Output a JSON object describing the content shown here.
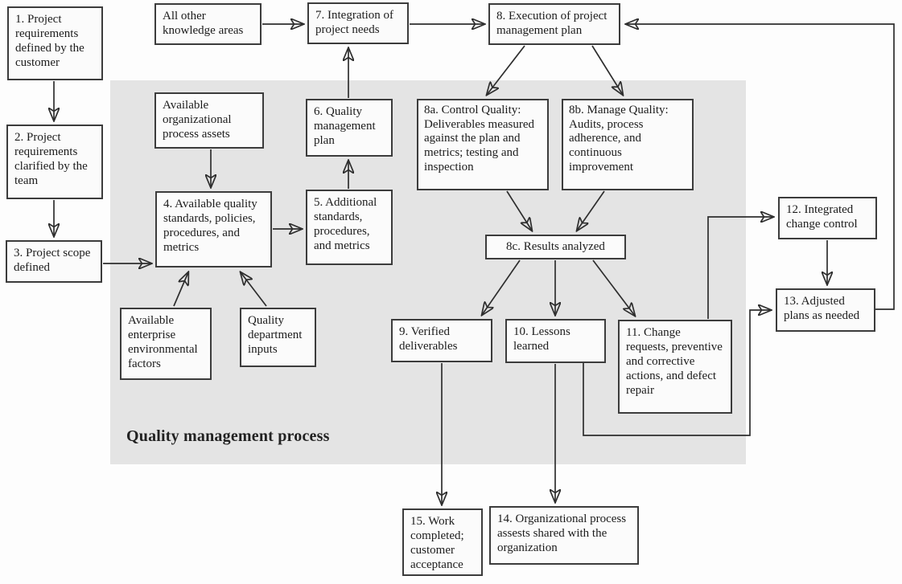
{
  "diagram": {
    "title": "Quality management process",
    "region_label": "Quality management process",
    "colors": {
      "background": "#fdfdfd",
      "region_fill": "#e4e4e4",
      "node_fill": "#fbfbfb",
      "node_border": "#3c3c3c",
      "arrow": "#2e2e2e",
      "text": "#1c1c1c"
    },
    "nodes": {
      "n1": {
        "label": "1. Project requirements defined by the customer"
      },
      "n2": {
        "label": "2. Project requirements clarified by the team"
      },
      "n3": {
        "label": "3. Project scope defined"
      },
      "nAll": {
        "label": "All other knowledge areas"
      },
      "n7": {
        "label": "7. Integration of project needs"
      },
      "n8": {
        "label": "8. Execution of project management plan"
      },
      "nOrg": {
        "label": "Available organizational process assets"
      },
      "n6": {
        "label": "6. Quality management plan"
      },
      "n8a": {
        "label": "8a. Control Quality: Deliverables measured against the plan and metrics; testing and inspection"
      },
      "n8b": {
        "label": "8b. Manage Quality: Audits, process adherence, and continuous improvement"
      },
      "n4": {
        "label": "4. Available quality standards, policies, procedures, and metrics"
      },
      "n5": {
        "label": "5. Additional standards, procedures, and metrics"
      },
      "n8c": {
        "label": "8c. Results analyzed"
      },
      "nEnt": {
        "label": "Available enterprise environmental factors"
      },
      "nDept": {
        "label": "Quality department inputs"
      },
      "n9": {
        "label": "9. Verified deliverables"
      },
      "n10": {
        "label": "10. Lessons learned"
      },
      "n11": {
        "label": "11. Change requests, preventive and corrective actions, and defect repair"
      },
      "n12": {
        "label": "12. Integrated change control"
      },
      "n13": {
        "label": "13. Adjusted plans as needed"
      },
      "n15": {
        "label": "15. Work completed; customer acceptance"
      },
      "n14": {
        "label": "14. Organizational process assests shared with the organization"
      }
    },
    "edges": [
      {
        "from": "1. Project requirements defined by the customer",
        "to": "2. Project requirements clarified by the team"
      },
      {
        "from": "2. Project requirements clarified by the team",
        "to": "3. Project scope defined"
      },
      {
        "from": "3. Project scope defined",
        "to": "4. Available quality standards, policies, procedures, and metrics"
      },
      {
        "from": "All other knowledge areas",
        "to": "7. Integration of project needs"
      },
      {
        "from": "7. Integration of project needs",
        "to": "8. Execution of project management plan"
      },
      {
        "from": "Available organizational process assets",
        "to": "4. Available quality standards, policies, procedures, and metrics"
      },
      {
        "from": "4. Available quality standards, policies, procedures, and metrics",
        "to": "5. Additional standards, procedures, and metrics"
      },
      {
        "from": "5. Additional standards, procedures, and metrics",
        "to": "6. Quality management plan"
      },
      {
        "from": "6. Quality management plan",
        "to": "7. Integration of project needs"
      },
      {
        "from": "8. Execution of project management plan",
        "to": "8a. Control Quality"
      },
      {
        "from": "8. Execution of project management plan",
        "to": "8b. Manage Quality"
      },
      {
        "from": "8a. Control Quality",
        "to": "8c. Results analyzed"
      },
      {
        "from": "8b. Manage Quality",
        "to": "8c. Results analyzed"
      },
      {
        "from": "8c. Results analyzed",
        "to": "9. Verified deliverables"
      },
      {
        "from": "8c. Results analyzed",
        "to": "10. Lessons learned"
      },
      {
        "from": "8c. Results analyzed",
        "to": "11. Change requests, preventive and corrective actions, and defect repair"
      },
      {
        "from": "Available enterprise environmental factors",
        "to": "4. Available quality standards, policies, procedures, and metrics"
      },
      {
        "from": "Quality department inputs",
        "to": "4. Available quality standards, policies, procedures, and metrics"
      },
      {
        "from": "9. Verified deliverables",
        "to": "15. Work completed; customer acceptance"
      },
      {
        "from": "10. Lessons learned",
        "to": "14. Organizational process assests shared with the organization"
      },
      {
        "from": "10. Lessons learned",
        "to": "13. Adjusted plans as needed"
      },
      {
        "from": "11. Change requests, preventive and corrective actions, and defect repair",
        "to": "12. Integrated change control"
      },
      {
        "from": "12. Integrated change control",
        "to": "13. Adjusted plans as needed"
      },
      {
        "from": "13. Adjusted plans as needed",
        "to": "8. Execution of project management plan"
      }
    ]
  }
}
